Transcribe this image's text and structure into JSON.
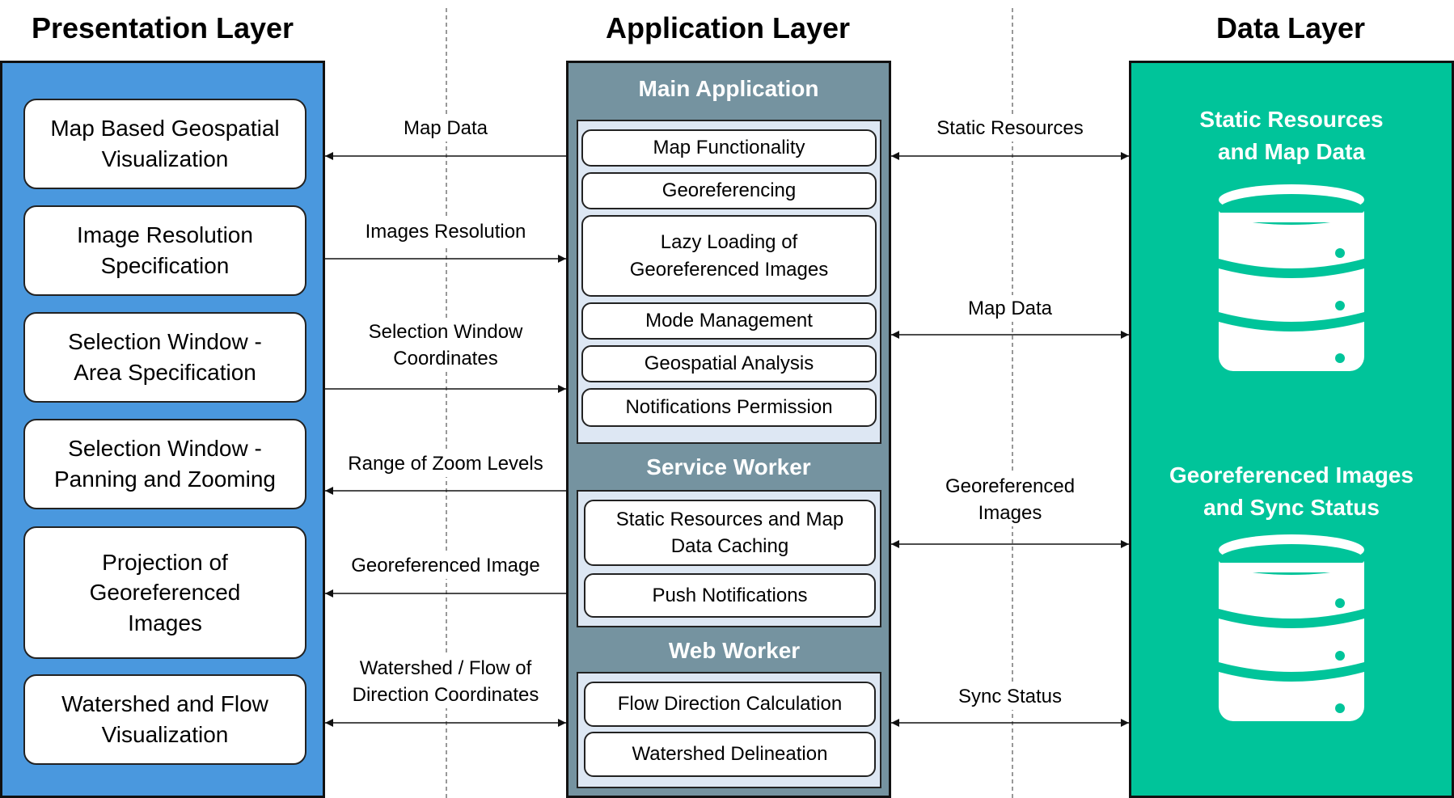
{
  "layers": {
    "presentation": "Presentation Layer",
    "application": "Application Layer",
    "data": "Data Layer"
  },
  "colors": {
    "presentation_bg": "#4a98de",
    "application_bg": "#7593a0",
    "group_bg": "#dde7f3",
    "data_bg": "#00c49a"
  },
  "presentation_items": [
    "Map Based Geospatial\nVisualization",
    "Image Resolution\nSpecification",
    "Selection Window -\nArea Specification",
    "Selection Window -\nPanning and Zooming",
    "Projection of\nGeoreferenced\nImages",
    "Watershed and Flow\nVisualization"
  ],
  "application": {
    "main_title": "Main Application",
    "main_items": [
      "Map Functionality",
      "Georeferencing",
      "Lazy Loading of\nGeoreferenced Images",
      "Mode Management",
      "Geospatial Analysis",
      "Notifications Permission"
    ],
    "service_title": "Service Worker",
    "service_items": [
      "Static Resources and Map\nData Caching",
      "Push Notifications"
    ],
    "web_title": "Web Worker",
    "web_items": [
      "Flow Direction Calculation",
      "Watershed Delineation"
    ]
  },
  "left_flows": [
    {
      "label": "Map Data",
      "direction": "to-presentation"
    },
    {
      "label": "Images Resolution",
      "direction": "to-application"
    },
    {
      "label": "Selection Window\nCoordinates",
      "direction": "to-application"
    },
    {
      "label": "Range of Zoom Levels",
      "direction": "to-presentation"
    },
    {
      "label": "Georeferenced Image",
      "direction": "to-presentation"
    },
    {
      "label": "Watershed / Flow of\nDirection Coordinates",
      "direction": "both"
    }
  ],
  "right_flows": [
    {
      "label": "Static Resources",
      "direction": "both"
    },
    {
      "label": "Map Data",
      "direction": "both"
    },
    {
      "label": "Georeferenced\nImages",
      "direction": "both"
    },
    {
      "label": "Sync Status",
      "direction": "both"
    }
  ],
  "data_stores": [
    {
      "label": "Static Resources\nand Map Data",
      "icon": "database-icon"
    },
    {
      "label": "Georeferenced Images\nand Sync Status",
      "icon": "database-icon"
    }
  ]
}
